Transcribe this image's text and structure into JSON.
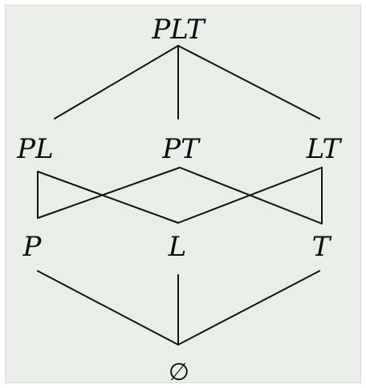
{
  "diagram": {
    "nodes": {
      "plt": "PLT",
      "pl": "PL",
      "pt": "PT",
      "lt": "LT",
      "p": "P",
      "l": "L",
      "t": "T",
      "empty": "∅"
    },
    "edges": [
      [
        "plt",
        "pl"
      ],
      [
        "plt",
        "pt"
      ],
      [
        "plt",
        "lt"
      ],
      [
        "pl",
        "p"
      ],
      [
        "pl",
        "l"
      ],
      [
        "pt",
        "p"
      ],
      [
        "pt",
        "t"
      ],
      [
        "lt",
        "l"
      ],
      [
        "lt",
        "t"
      ],
      [
        "p",
        "empty"
      ],
      [
        "l",
        "empty"
      ],
      [
        "t",
        "empty"
      ]
    ],
    "colors": {
      "background": "#e9efe8",
      "line": "#111111",
      "text": "#0c0c0c"
    }
  }
}
